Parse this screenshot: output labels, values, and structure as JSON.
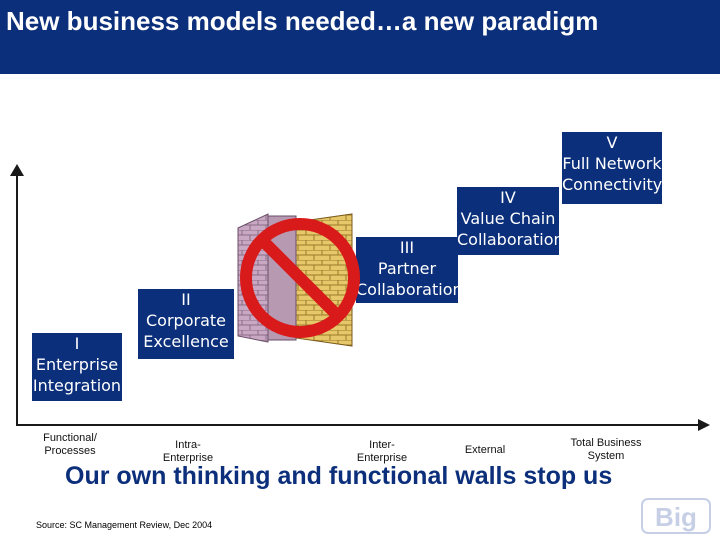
{
  "title": "New business models needed…a new paradigm",
  "stages": [
    {
      "numeral": "I",
      "line1": "Enterprise",
      "line2": "Integration"
    },
    {
      "numeral": "II",
      "line1": "Corporate",
      "line2": "Excellence"
    },
    {
      "numeral": "III",
      "line1": "Partner",
      "line2": "Collaboration"
    },
    {
      "numeral": "IV",
      "line1": "Value Chain",
      "line2": "Collaboration"
    },
    {
      "numeral": "V",
      "line1": "Full Network",
      "line2": "Connectivity"
    }
  ],
  "x_labels": [
    {
      "line1": "Functional/",
      "line2": "Processes"
    },
    {
      "line1": "Intra-",
      "line2": "Enterprise"
    },
    {
      "line1": "Inter-",
      "line2": "Enterprise"
    },
    {
      "line1": "External",
      "line2": ""
    },
    {
      "line1": "Total Business",
      "line2": "System"
    }
  ],
  "bottom_text": "Our own thinking and functional walls stop us",
  "source": "Source: SC Management Review, Dec 2004",
  "logo_text": "Big",
  "colors": {
    "header": "#0b2f7a",
    "box": "#0b2f7a",
    "no_sign": "#d91a1a",
    "wall": "#c9a8c4"
  }
}
